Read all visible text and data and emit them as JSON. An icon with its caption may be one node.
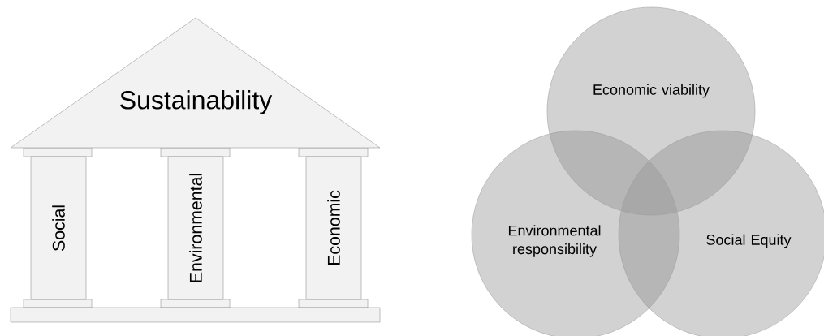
{
  "diagram": {
    "nodes": [
      {
        "text": [
          "Sustainability"
        ]
      },
      {
        "text": [
          "Social"
        ]
      },
      {
        "text": [
          "Environmental"
        ]
      },
      {
        "text": [
          "Economic"
        ]
      },
      {
        "text": [],
        "shape": "bar"
      },
      {
        "text": [
          "Economic viability"
        ]
      },
      {
        "text": [
          "Environmental responsibility"
        ]
      },
      {
        "text": [
          "Social Equity"
        ]
      }
    ]
  }
}
